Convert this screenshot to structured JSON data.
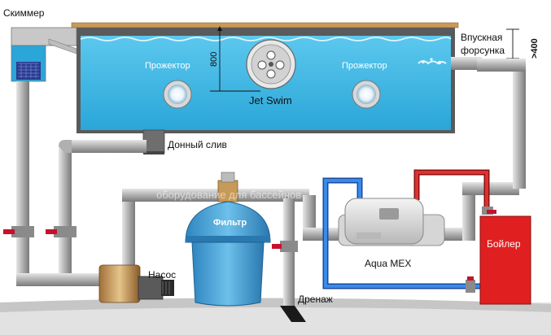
{
  "labels": {
    "skimmer": "Скиммер",
    "inlet_nozzle_line1": "Впускная",
    "inlet_nozzle_line2": "форсунка",
    "inlet_height": ">400",
    "depth": "800",
    "light_left": "Прожектор",
    "light_right": "Прожектор",
    "jet_swim": "Jet Swim",
    "main_drain": "Донный слив",
    "filter": "Фильтр",
    "pump": "Насос",
    "heater": "Aqua MEX",
    "boiler": "Бойлер",
    "drain": "Дренаж",
    "watermark": "оборудование для бассейнов"
  },
  "colors": {
    "water": "#3fb8e4",
    "water_dark": "#1e9ccf",
    "pipe": "#b8b8b8",
    "pipe_dark": "#7d7d7d",
    "filter": "#4aa8d8",
    "boiler": "#e02020",
    "hot_pipe": "#d42020",
    "cold_pipe": "#2a6fd0",
    "valve": "#c8102e",
    "deck": "#c89a58",
    "ground": "#d0d0d0"
  }
}
